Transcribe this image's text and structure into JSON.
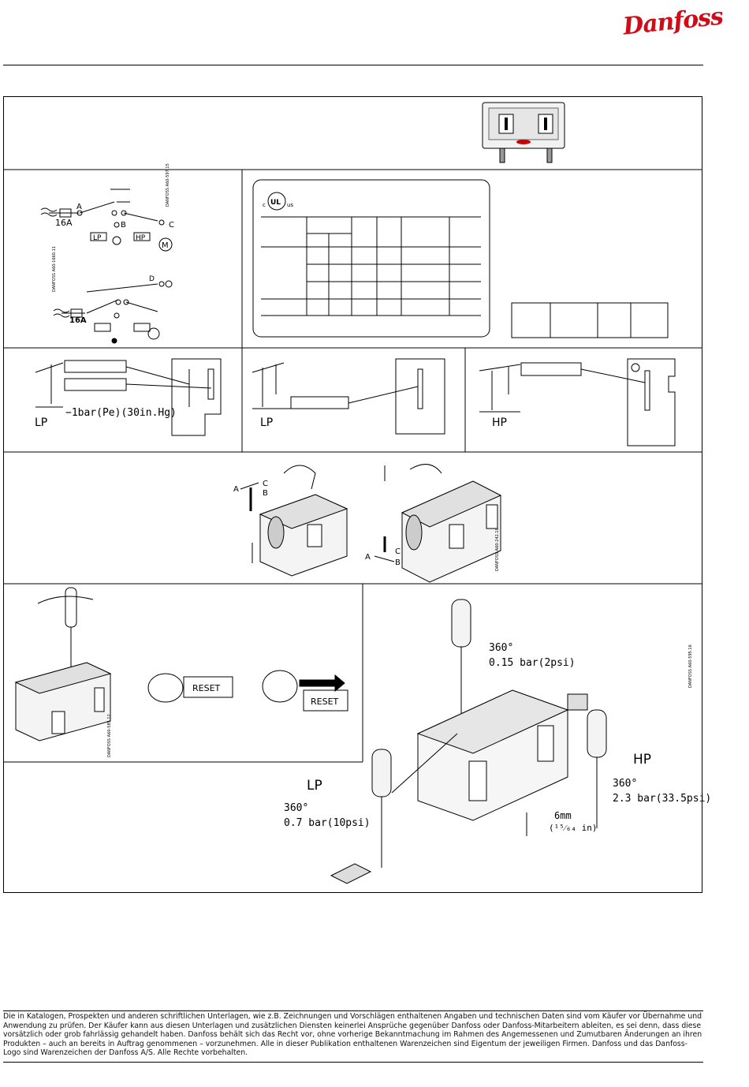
{
  "header": {
    "logo_text": "Danfoss",
    "logo_color": "#d10b18"
  },
  "wiring": {
    "fuse": "16A",
    "fuse2": "16A",
    "terminals": {
      "a": "A",
      "b": "B",
      "c": "C",
      "d": "D"
    },
    "lp": "LP",
    "hp": "HP",
    "motor": "M",
    "code1": "DANFOSS A60-597.15",
    "code2": "DANFOSS A60-1660.11"
  },
  "ul": {
    "c": "c",
    "ul": "UL",
    "us": "us"
  },
  "setting": {
    "lp1": "LP",
    "lp_note": "−1bar(Pe)(30in.Hg)",
    "lp2": "LP",
    "hp": "HP"
  },
  "reset": {
    "a": "A",
    "b": "B",
    "c": "C",
    "a2": "A",
    "b2": "B",
    "c2": "C",
    "code": "DANFOSS A60-242.10"
  },
  "adjust": {
    "reset_label": "RESET",
    "reset_label2": "RESET",
    "code1": "DANFOSS A60-585.12",
    "code2": "DANFOSS A60-595.16",
    "top_deg": "360°",
    "top_value": "0.15  bar(2psi)",
    "hp_title": "HP",
    "hp_deg": "360°",
    "hp_value": "2.3  bar(33.5psi)",
    "lp_title": "LP",
    "lp_deg": "360°",
    "lp_value": "0.7  bar(10psi)",
    "hole": "6mm",
    "hole_in": "(¹⁵⁄₆₄ in)",
    "equals": "="
  },
  "footer": {
    "text": "Die in Katalogen, Prospekten und anderen schriftlichen Unterlagen, wie z.B. Zeichnungen und Vorschlägen enthaltenen Angaben und technischen Daten sind vom Käufer vor Übernahme und Anwendung zu prüfen. Der Käufer kann aus diesen Unterlagen und zusätzlichen Diensten keinerlei Ansprüche gegenüber Danfoss oder Danfoss-Mitarbeitern ableiten, es sei denn, dass diese vorsätzlich oder grob fahrlässig gehandelt haben. Danfoss behält sich das Recht vor, ohne vorherige Bekanntmachung im Rahmen des Angemessenen und Zumutbaren Änderungen an ihren Produkten – auch an bereits in Auftrag genommenen – vorzunehmen. Alle in dieser Publikation enthaltenen Warenzeichen sind Eigentum der jeweiligen Firmen. Danfoss und das Danfoss-Logo sind Warenzeichen der Danfoss A/S. Alle Rechte vorbehalten."
  }
}
